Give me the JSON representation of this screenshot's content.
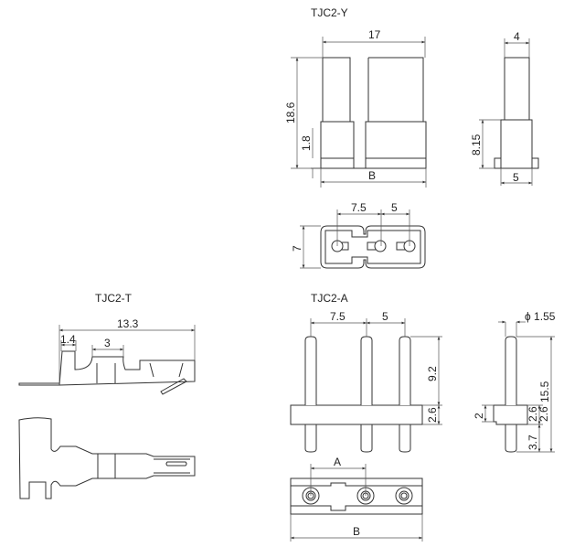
{
  "views": {
    "housing": {
      "title": "TJC2-Y",
      "width": "17",
      "height": "18.6",
      "base": "1.8",
      "b": "B",
      "side_width": "4",
      "side_height": "8.15",
      "side_base": "5",
      "pitch1": "7.5",
      "pitch2": "5",
      "depth": "7"
    },
    "terminal": {
      "title": "TJC2-T",
      "length": "13.3",
      "tab": "1.4",
      "crimp": "3"
    },
    "header": {
      "title": "TJC2-A",
      "pitch1": "7.5",
      "pitch2": "5",
      "pin_top": "9.2",
      "housing_h": "2.6",
      "diameter": "ϕ 1.55",
      "total": "15.5",
      "side_h1": "2.6",
      "side_h2": "2.6",
      "side_low": "3.7",
      "side_step": "2",
      "a": "A",
      "b": "B"
    }
  }
}
